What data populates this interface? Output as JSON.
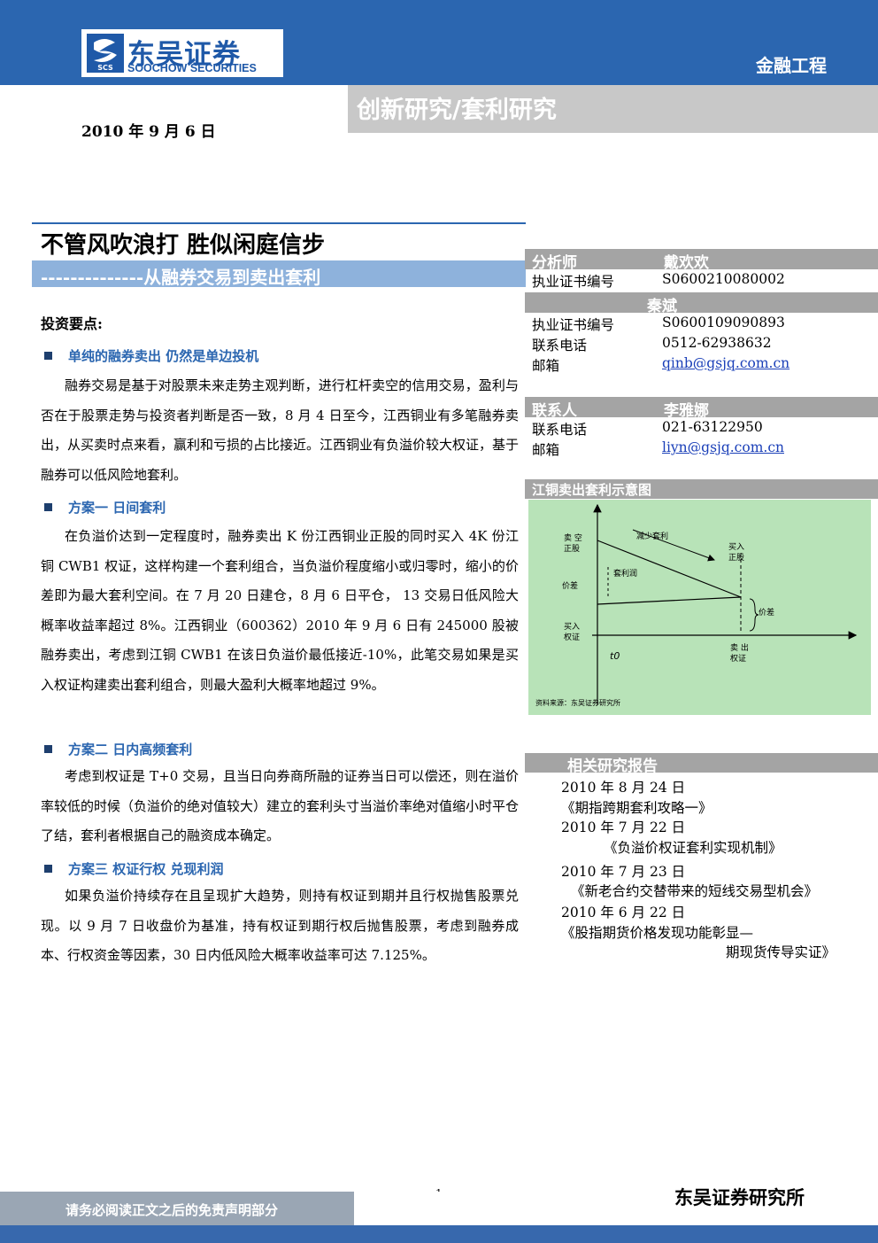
{
  "header": {
    "logo_cn": "东吴证券",
    "logo_en": "SOOCHOW SECURITIES",
    "logo_badge": "SCS",
    "category": "金融工程",
    "banner": "创新研究/套利研究",
    "date": "2010 年 9 月 6 日"
  },
  "title": {
    "main": "不管风吹浪打 胜似闲庭信步",
    "subtitle": "--------------从融券交易到卖出套利"
  },
  "body": {
    "invest_heading": "投资要点:",
    "sections": [
      {
        "heading": "单纯的融券卖出 仍然是单边投机",
        "text": "融券交易是基于对股票未来走势主观判断，进行杠杆卖空的信用交易，盈利与否在于股票走势与投资者判断是否一致，8 月 4 日至今，江西铜业有多笔融券卖出，从买卖时点来看，赢利和亏损的占比接近。江西铜业有负溢价较大权证，基于融券可以低风险地套利。"
      },
      {
        "heading": "方案一 日间套利",
        "text": "在负溢价达到一定程度时，融券卖出 K 份江西铜业正股的同时买入 4K 份江铜 CWB1 权证，这样构建一个套利组合，当负溢价程度缩小或归零时，缩小的价差即为最大套利空间。在 7 月 20 日建仓，8 月 6 日平仓， 13 交易日低风险大概率收益率超过 8%。江西铜业（600362）2010 年 9 月 6 日有 245000 股被融券卖出，考虑到江铜 CWB1 在该日负溢价最低接近-10%，此笔交易如果是买入权证构建卖出套利组合，则最大盈利大概率地超过 9%。"
      },
      {
        "heading": "方案二  日内高频套利",
        "text": "考虑到权证是 T+0 交易，且当日向券商所融的证券当日可以偿还，则在溢价率较低的时候（负溢价的绝对值较大）建立的套利头寸当溢价率绝对值缩小时平仓了结，套利者根据自己的融资成本确定。"
      },
      {
        "heading": "方案三 权证行权 兑现利润",
        "text": "如果负溢价持续存在且呈现扩大趋势，则持有权证到期并且行权抛售股票兑现。以 9 月 7 日收盘价为基准，持有权证到期行权后抛售股票，考虑到融券成本、行权资金等因素，30 日内低风险大概率收益率可达 7.125%。"
      }
    ]
  },
  "sidebar": {
    "analyst_label": "分析师",
    "analyst1": "戴欢欢",
    "cert_label": "执业证书编号",
    "analyst1_cert": "S0600210080002",
    "analyst2": "秦斌",
    "analyst2_cert": "S0600109090893",
    "phone_label": "联系电话",
    "analyst2_phone": "0512-62938632",
    "email_label": "邮箱",
    "analyst2_email": "qinb@gsjq.com.cn",
    "contact_label": "联系人",
    "contact_name": "李雅娜",
    "contact_phone": "021-63122950",
    "contact_email": "liyn@gsjq.com.cn",
    "chart_heading": "江铜卖出套利示意图",
    "related_heading": "相关研究报告",
    "related": [
      {
        "date": "2010 年 8 月 24 日",
        "title": "《期指跨期套利攻略一》"
      },
      {
        "date": "2010 年 7 月 22 日",
        "title": "《负溢价权证套利实现机制》"
      },
      {
        "date": "2010 年 7 月 23 日",
        "title": "《新老合约交替带来的短线交易型机会》"
      },
      {
        "date": "2010 年 6 月 22 日",
        "title": "《股指期货价格发现功能彰显—",
        "title2": "期现货传导实证》"
      }
    ]
  },
  "diagram": {
    "sell_stock": "卖 空\n正股",
    "reduce_hedge": "减少套利",
    "buy_stock": "买入\n正股",
    "hedge_profit": "套利润",
    "spread_left": "价差",
    "spread_right": "价差",
    "buy_warrant": "买入\n权证",
    "sell_warrant": "卖 出\n权证",
    "t0": "t0",
    "source": "资料来源：东吴证券研究所"
  },
  "footer": {
    "disclaimer": "请务必阅读正文之后的免责声明部分",
    "page": "1",
    "org": "东吴证券研究所"
  }
}
